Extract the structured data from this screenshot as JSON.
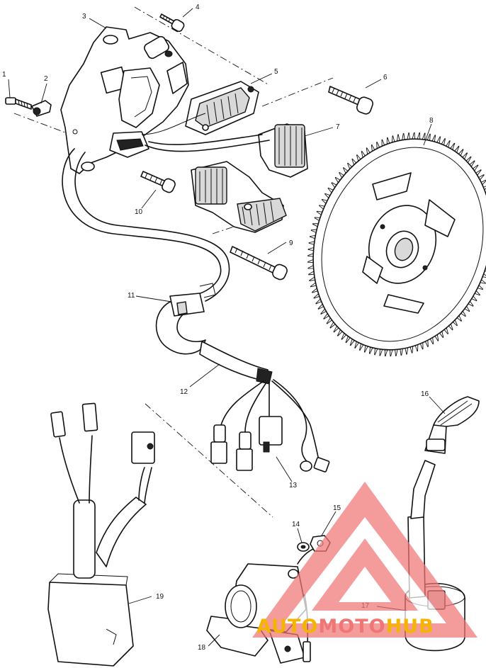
{
  "callouts": [
    {
      "id": "1",
      "label": "1"
    },
    {
      "id": "2",
      "label": "2"
    },
    {
      "id": "3",
      "label": "3"
    },
    {
      "id": "4",
      "label": "4"
    },
    {
      "id": "5",
      "label": "5"
    },
    {
      "id": "6",
      "label": "6"
    },
    {
      "id": "7",
      "label": "7"
    },
    {
      "id": "8",
      "label": "8"
    },
    {
      "id": "9",
      "label": "9"
    },
    {
      "id": "10",
      "label": "10"
    },
    {
      "id": "11",
      "label": "11"
    },
    {
      "id": "12",
      "label": "12"
    },
    {
      "id": "13",
      "label": "13"
    },
    {
      "id": "14",
      "label": "14"
    },
    {
      "id": "15",
      "label": "15"
    },
    {
      "id": "16",
      "label": "16"
    },
    {
      "id": "17",
      "label": "17"
    },
    {
      "id": "18",
      "label": "18"
    },
    {
      "id": "19",
      "label": "19"
    }
  ],
  "watermark": {
    "part1": "AUTO",
    "part2": "MOTO",
    "part3": "HUB",
    "color_main": "#f07575",
    "color_accent": "#f5b400"
  },
  "flywheel_teeth": 110
}
